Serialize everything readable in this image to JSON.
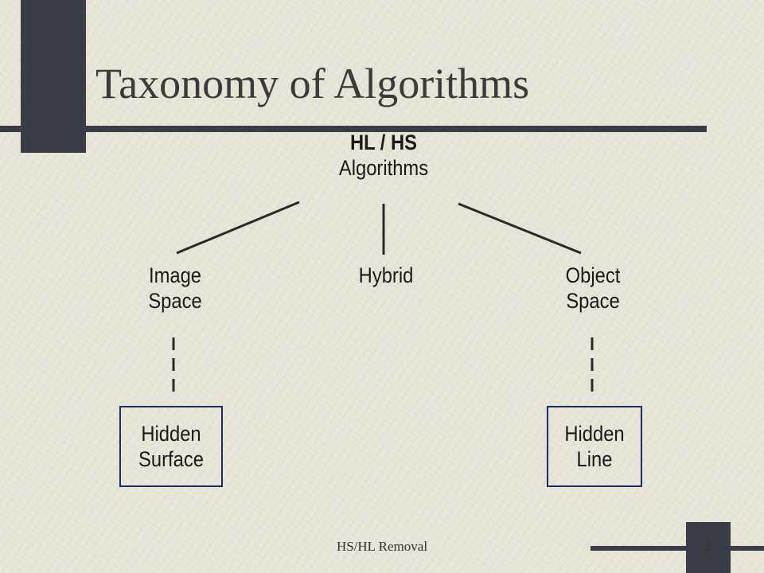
{
  "slide": {
    "title": "Taxonomy of Algorithms",
    "footer": "HS/HL Removal",
    "page_number": "2"
  },
  "diagram": {
    "root": {
      "line1": "HL / HS",
      "line2": "Algorithms"
    },
    "children": [
      {
        "line1": "Image",
        "line2": "Space"
      },
      {
        "line1": "Hybrid"
      },
      {
        "line1": "Object",
        "line2": "Space"
      }
    ],
    "leaves": [
      {
        "line1": "Hidden",
        "line2": "Surface"
      },
      {
        "line1": "Hidden",
        "line2": "Line"
      }
    ]
  },
  "colors": {
    "accent": "#3a3d46",
    "box_border": "#1d2b6a",
    "background": "#e6e4d6"
  }
}
